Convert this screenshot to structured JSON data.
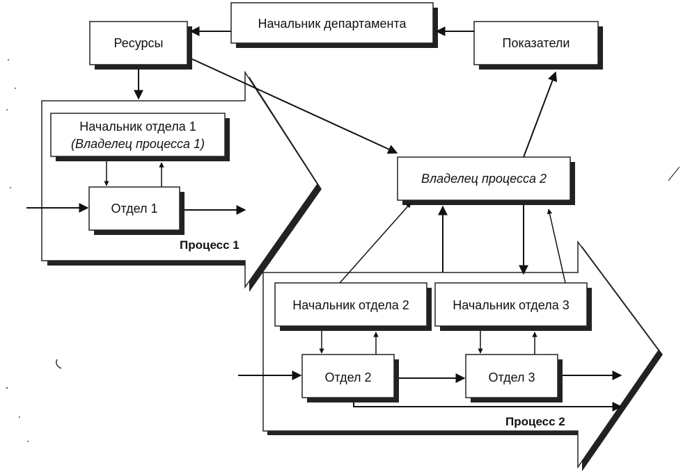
{
  "boxes": {
    "dept_head": "Начальник департамента",
    "resources": "Ресурсы",
    "indicators": "Показатели",
    "section_head_1": "Начальник отдела 1",
    "process_owner_1": "(Владелец процесса 1)",
    "section_1": "Отдел 1",
    "process_owner_2": "Владелец процесса 2",
    "section_head_2": "Начальник отдела 2",
    "section_head_3": "Начальник отдела 3",
    "section_2": "Отдел 2",
    "section_3": "Отдел 3"
  },
  "processes": {
    "process_1": "Процесс 1",
    "process_2": "Процесс 2"
  }
}
